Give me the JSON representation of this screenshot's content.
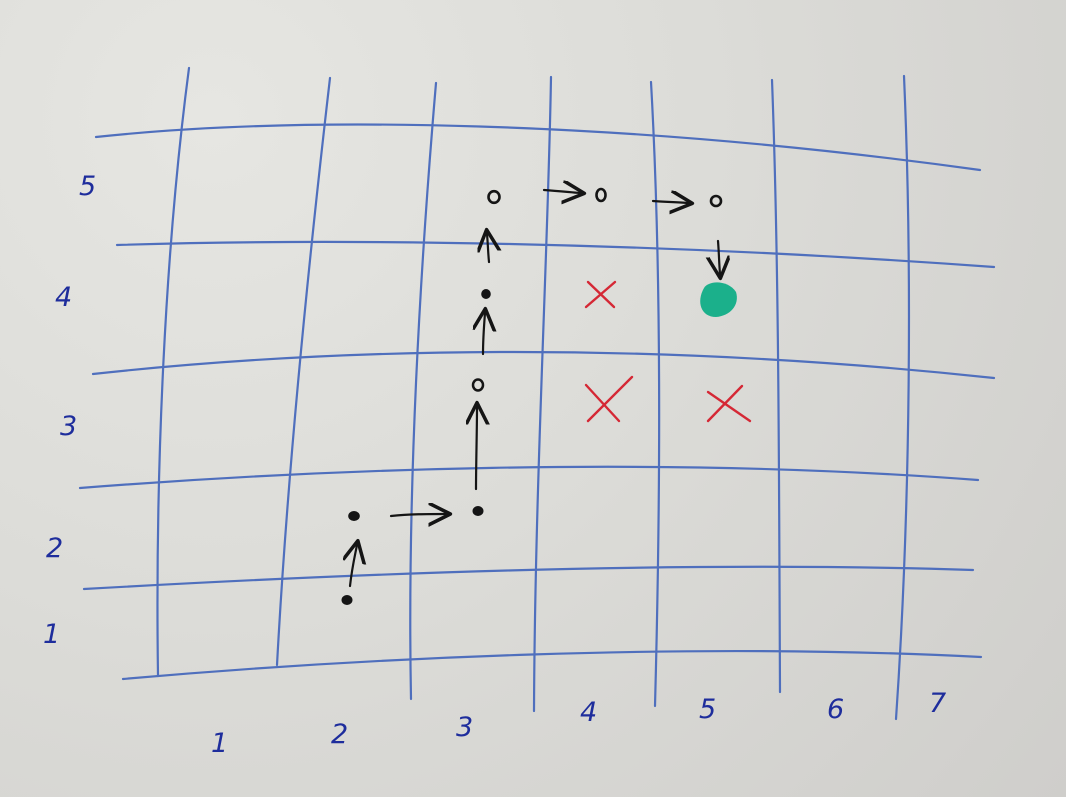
{
  "axis_labels": {
    "x": [
      "1",
      "2",
      "3",
      "4",
      "5",
      "6",
      "7"
    ],
    "y": [
      "5",
      "4",
      "3",
      "2",
      "1"
    ]
  },
  "colors": {
    "grid": "#4f6fbd",
    "labels": "#1e2d9c",
    "path": "#151515",
    "blocked": "#d52835",
    "goal": "#1bb08b"
  },
  "path_points": [
    {
      "x": 2,
      "y": 1
    },
    {
      "x": 2,
      "y": 2
    },
    {
      "x": 3,
      "y": 2
    },
    {
      "x": 3,
      "y": 3
    },
    {
      "x": 3,
      "y": 4
    },
    {
      "x": 3,
      "y": 5
    },
    {
      "x": 4,
      "y": 5
    },
    {
      "x": 5,
      "y": 5
    },
    {
      "x": 5,
      "y": 4
    }
  ],
  "blocked_cells": [
    {
      "x": 4,
      "y": 4
    },
    {
      "x": 4,
      "y": 3
    },
    {
      "x": 5,
      "y": 3
    }
  ],
  "goal_cell": {
    "x": 5,
    "y": 4
  }
}
